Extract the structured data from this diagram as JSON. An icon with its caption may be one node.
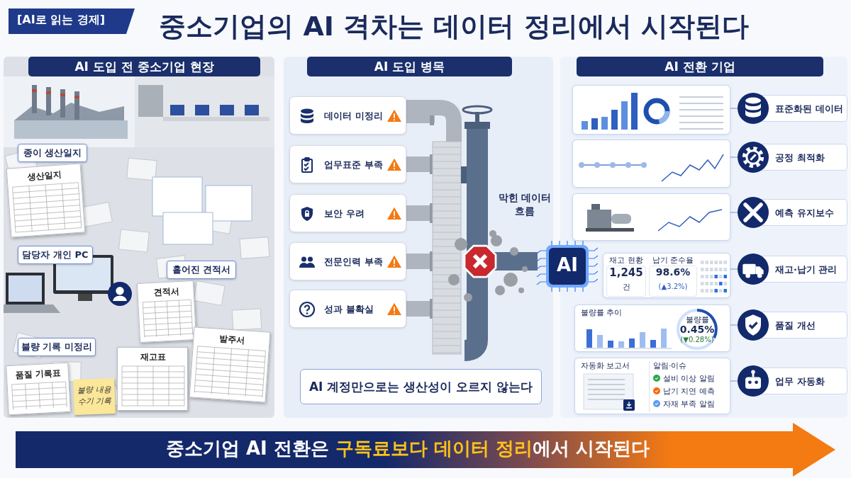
{
  "diagram": {
    "title": "중소기업의 AI 격차는 데이터 정리에서 시작된다",
    "nodes": [
      {
        "text": [
          "AI 도입 전 중소기업 현장"
        ]
      },
      {
        "text": [
          "종이 생산일지"
        ],
        "in": 0
      },
      {
        "text": [
          "담당자 개인 PC"
        ],
        "in": 0
      },
      {
        "text": [
          "흩어진 견적서"
        ],
        "in": 0
      },
      {
        "text": [
          "불량 기록 미정리"
        ],
        "in": 0
      },
      {
        "text": [
          "생산일지"
        ],
        "in": 0
      },
      {
        "text": [
          "견적서"
        ],
        "in": 0
      },
      {
        "text": [
          "품질 기록표"
        ],
        "in": 0
      },
      {
        "text": [
          "불량 내용 수기 기록"
        ],
        "in": 0
      },
      {
        "text": [
          "재고표"
        ],
        "in": 0
      },
      {
        "text": [
          "발주서"
        ],
        "in": 0
      },
      {
        "text": [
          "AI 도입 병목"
        ]
      },
      {
        "text": [
          "데이터 미정리"
        ],
        "in": 11
      },
      {
        "text": [
          "업무표준 부족"
        ],
        "in": 11
      },
      {
        "text": [
          "보안 우려"
        ],
        "in": 11
      },
      {
        "text": [
          "전문인력 부족"
        ],
        "in": 11
      },
      {
        "text": [
          "성과 불확실"
        ],
        "in": 11
      },
      {
        "text": [
          "AI 계정만으로는 생산성이 오르지 않는다"
        ],
        "in": 11
      },
      {
        "text": [
          "AI"
        ]
      },
      {
        "text": [
          "AI 전환 기업"
        ]
      },
      {
        "text": [],
        "shape": "box",
        "in": 19
      },
      {
        "text": [],
        "shape": "box",
        "in": 19
      },
      {
        "text": [],
        "shape": "box",
        "in": 19
      },
      {
        "text": [
          "재고 현황",
          "1,245",
          "건",
          "납기 준수율",
          "98.6%",
          "(▲3.2%)"
        ],
        "in": 19
      },
      {
        "text": [
          "불량률 추이",
          "불량률",
          "0.45%",
          "(▼0.28%)"
        ],
        "in": 19
      },
      {
        "text": [
          "자동화 보고서",
          "알림·이슈",
          "설비 이상 알림",
          "납기 지연 예측",
          "자재 부족 알림"
        ],
        "in": 19
      },
      {
        "text": [
          "표준화된 데이터"
        ],
        "in": 19
      },
      {
        "text": [
          "공정 최적화"
        ],
        "in": 19
      },
      {
        "text": [
          "예측 유지보수"
        ],
        "in": 19
      },
      {
        "text": [
          "재고·납기 관리"
        ],
        "in": 19
      },
      {
        "text": [
          "품질 개선"
        ],
        "in": 19
      },
      {
        "text": [
          "업무 자동화"
        ],
        "in": 19
      },
      {
        "text": [
          "중소기업 AI 전환은 **구독료보다 데이터 정리**에서 시작된다"
        ]
      }
    ],
    "edges": [
      {
        "from": 20,
        "to": 26,
        "arrow": "none"
      },
      {
        "from": 21,
        "to": 27,
        "arrow": "none"
      },
      {
        "from": 22,
        "to": 28,
        "arrow": "none"
      },
      {
        "from": 23,
        "to": 29,
        "arrow": "none"
      },
      {
        "from": 24,
        "to": 30,
        "arrow": "none"
      },
      {
        "from": 25,
        "to": 31,
        "arrow": "none"
      }
    ],
    "labels": [
      "[AI로 읽는 경제]",
      "막힌 데이터 흐름"
    ]
  }
}
